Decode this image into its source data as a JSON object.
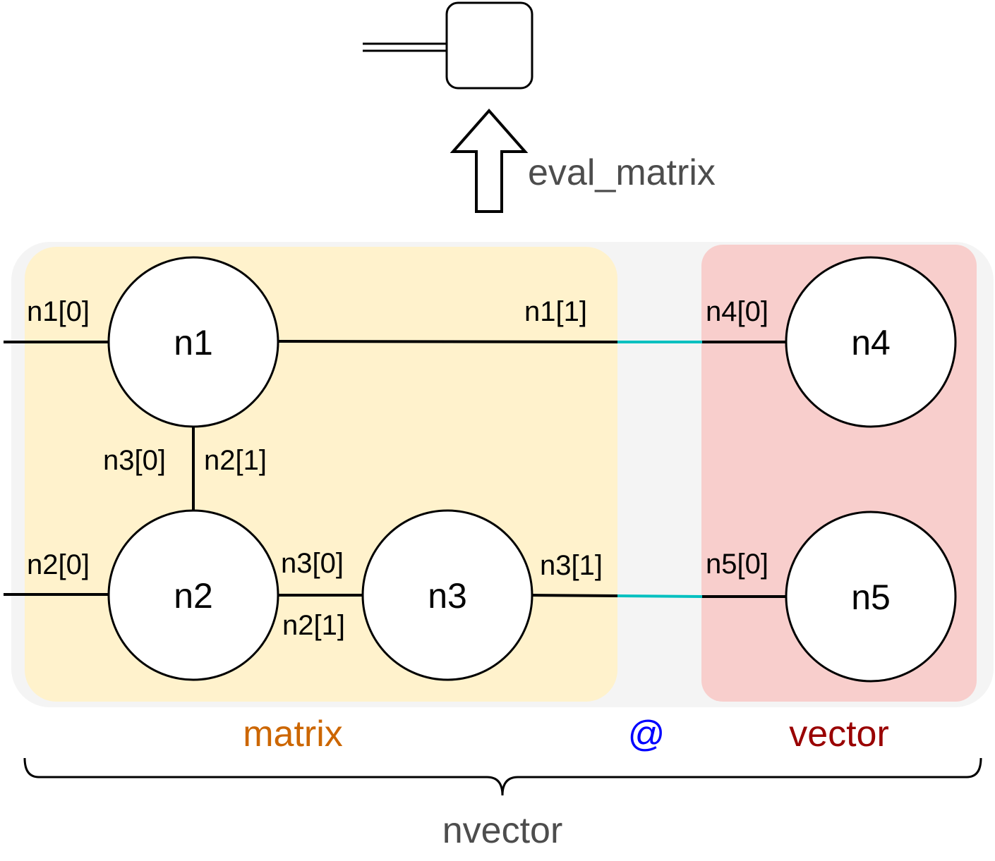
{
  "colors": {
    "background_panel": "#f4f4f4",
    "matrix_fill": "#fff2cc",
    "vector_fill": "#f8cecc",
    "matrix_text": "#cc6600",
    "at_text": "#0000ff",
    "vector_text": "#990000",
    "link_color": "#00c0c0",
    "label_grey": "#4d4d4d"
  },
  "operation": {
    "label": "eval_matrix"
  },
  "nodes": {
    "n1": "n1",
    "n2": "n2",
    "n3": "n3",
    "n4": "n4",
    "n5": "n5"
  },
  "edge_labels": {
    "n1_0": "n1[0]",
    "n1_1": "n1[1]",
    "n4_0": "n4[0]",
    "n3_0_vertical": "n3[0]",
    "n2_1_vertical": "n2[1]",
    "n2_0": "n2[0]",
    "n3_0_horizontal": "n3[0]",
    "n2_1_horizontal": "n2[1]",
    "n3_1": "n3[1]",
    "n5_0": "n5[0]"
  },
  "groups": {
    "matrix": "matrix",
    "at": "@",
    "vector": "vector",
    "brace": "nvector"
  }
}
